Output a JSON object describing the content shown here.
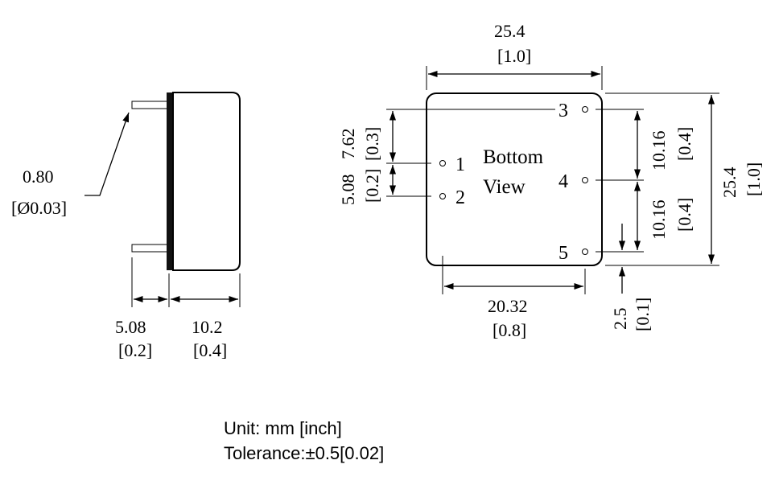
{
  "side_view": {
    "pin_diameter": "0.80",
    "pin_diameter_inch": "[Ø0.03]",
    "pin_length": "5.08",
    "pin_length_inch": "[0.2]",
    "body_height": "10.2",
    "body_height_inch": "[0.4]"
  },
  "bottom_view": {
    "title_line1": "Bottom",
    "title_line2": "View",
    "width": "25.4",
    "width_inch": "[1.0]",
    "height": "25.4",
    "height_inch": "[1.0]",
    "pin_row_spacing": "20.32",
    "pin_row_spacing_inch": "[0.8]",
    "pin1_offset": "7.62",
    "pin1_offset_inch": "[0.3]",
    "pin12_spacing": "5.08",
    "pin12_spacing_inch": "[0.2]",
    "pin34_spacing": "10.16",
    "pin34_spacing_inch": "[0.4]",
    "pin45_spacing": "10.16",
    "pin45_spacing_inch": "[0.4]",
    "edge_offset": "2.5",
    "edge_offset_inch": "[0.1]",
    "pins": [
      "1",
      "2",
      "3",
      "4",
      "5"
    ]
  },
  "notes": {
    "unit": "Unit: mm [inch]",
    "tolerance": "Tolerance:±0.5[0.02]"
  }
}
